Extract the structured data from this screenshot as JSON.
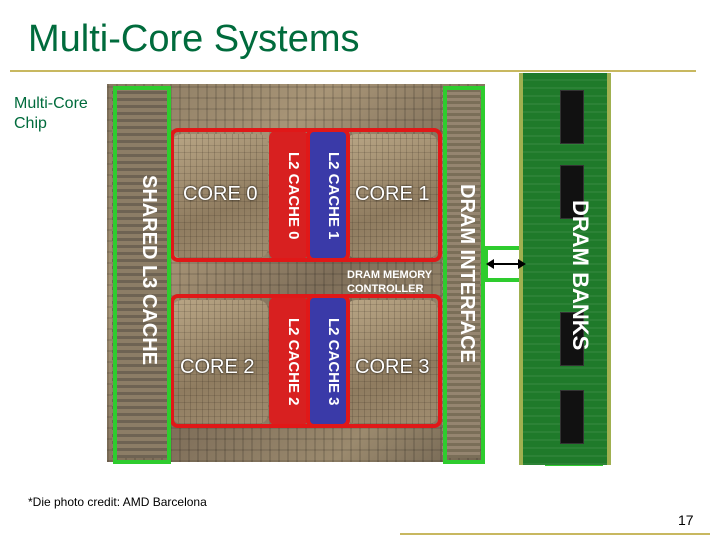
{
  "title": "Multi-Core Systems",
  "chip_label": "Multi-Core Chip",
  "die": {
    "shared_l3": "SHARED L3 CACHE",
    "dram_interface": "DRAM INTERFACE",
    "dram_controller": "DRAM MEMORY CONTROLLER",
    "cores": [
      {
        "label": "CORE 0",
        "cache": "L2 CACHE 0"
      },
      {
        "label": "CORE 1",
        "cache": "L2 CACHE 1"
      },
      {
        "label": "CORE 2",
        "cache": "L2 CACHE 2"
      },
      {
        "label": "CORE 3",
        "cache": "L2 CACHE 3"
      }
    ]
  },
  "dram_banks": "DRAM BANKS",
  "credit": "*Die photo credit: AMD Barcelona",
  "page_number": "17",
  "colors": {
    "title": "#006b3c",
    "highlight_green": "#2ecc2e",
    "highlight_red": "#e01818",
    "cache_blue": "#3a3aa8"
  }
}
